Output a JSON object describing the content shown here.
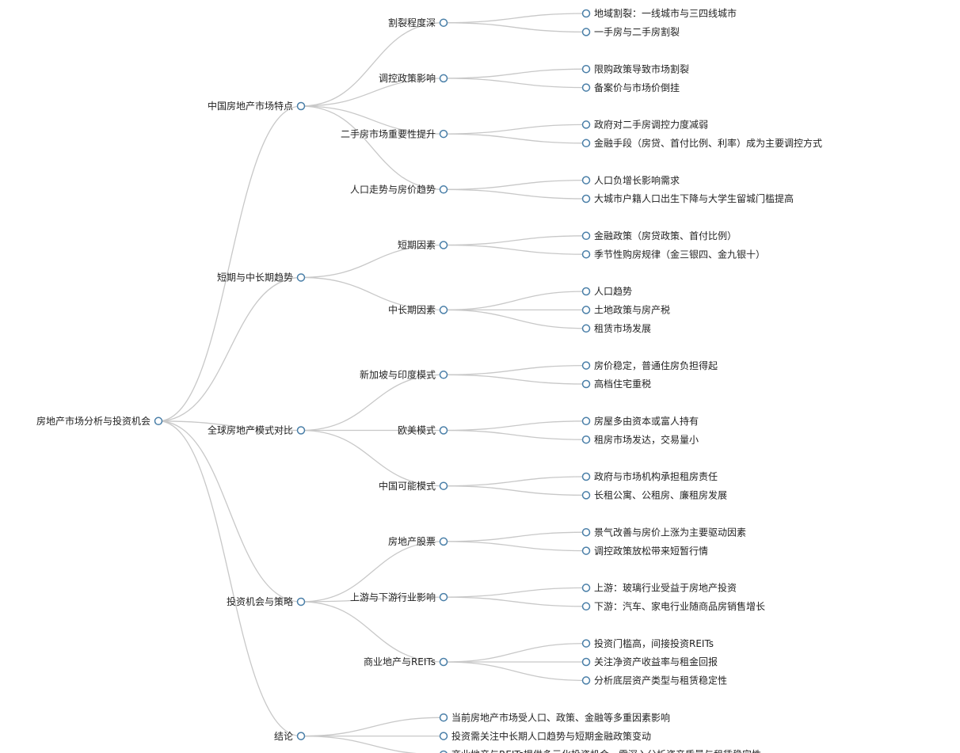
{
  "mindmap": {
    "root": {
      "label": "房地产市场分析与投资机会",
      "children": [
        {
          "label": "中国房地产市场特点",
          "children": [
            {
              "label": "割裂程度深",
              "children": [
                {
                  "label": "地域割裂：一线城市与三四线城市"
                },
                {
                  "label": "一手房与二手房割裂"
                }
              ]
            },
            {
              "label": "调控政策影响",
              "children": [
                {
                  "label": "限购政策导致市场割裂"
                },
                {
                  "label": "备案价与市场价倒挂"
                }
              ]
            },
            {
              "label": "二手房市场重要性提升",
              "children": [
                {
                  "label": "政府对二手房调控力度减弱"
                },
                {
                  "label": "金融手段（房贷、首付比例、利率）成为主要调控方式"
                }
              ]
            },
            {
              "label": "人口走势与房价趋势",
              "children": [
                {
                  "label": "人口负增长影响需求"
                },
                {
                  "label": "大城市户籍人口出生下降与大学生留城门槛提高"
                }
              ]
            }
          ]
        },
        {
          "label": "短期与中长期趋势",
          "children": [
            {
              "label": "短期因素",
              "children": [
                {
                  "label": "金融政策（房贷政策、首付比例）"
                },
                {
                  "label": "季节性购房规律（金三银四、金九银十）"
                }
              ]
            },
            {
              "label": "中长期因素",
              "children": [
                {
                  "label": "人口趋势"
                },
                {
                  "label": "土地政策与房产税"
                },
                {
                  "label": "租赁市场发展"
                }
              ]
            }
          ]
        },
        {
          "label": "全球房地产模式对比",
          "children": [
            {
              "label": "新加坡与印度模式",
              "children": [
                {
                  "label": "房价稳定，普通住房负担得起"
                },
                {
                  "label": "高档住宅重税"
                }
              ]
            },
            {
              "label": "欧美模式",
              "children": [
                {
                  "label": "房屋多由资本或富人持有"
                },
                {
                  "label": "租房市场发达，交易量小"
                }
              ]
            },
            {
              "label": "中国可能模式",
              "children": [
                {
                  "label": "政府与市场机构承担租房责任"
                },
                {
                  "label": "长租公寓、公租房、廉租房发展"
                }
              ]
            }
          ]
        },
        {
          "label": "投资机会与策略",
          "children": [
            {
              "label": "房地产股票",
              "children": [
                {
                  "label": "景气改善与房价上涨为主要驱动因素"
                },
                {
                  "label": "调控政策放松带来短暂行情"
                }
              ]
            },
            {
              "label": "上游与下游行业影响",
              "children": [
                {
                  "label": "上游：玻璃行业受益于房地产投资"
                },
                {
                  "label": "下游：汽车、家电行业随商品房销售增长"
                }
              ]
            },
            {
              "label": "商业地产与REITs",
              "children": [
                {
                  "label": "投资门槛高，间接投资REITs"
                },
                {
                  "label": "关注净资产收益率与租金回报"
                },
                {
                  "label": "分析底层资产类型与租赁稳定性"
                }
              ]
            }
          ]
        },
        {
          "label": "结论",
          "children": [
            {
              "label": "当前房地产市场受人口、政策、金融等多重因素影响"
            },
            {
              "label": "投资需关注中长期人口趋势与短期金融政策变动"
            },
            {
              "label": "商业地产与REITs提供多元化投资机会，需深入分析资产质量与租赁稳定性"
            }
          ]
        }
      ]
    }
  }
}
